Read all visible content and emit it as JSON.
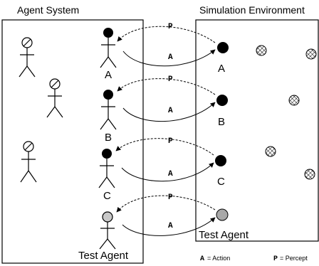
{
  "titles": {
    "agent_system": "Agent System",
    "simulation_environment": "Simulation Environment"
  },
  "agents": [
    {
      "label": "A",
      "perception": "P",
      "action": "A",
      "env_label": "A"
    },
    {
      "label": "B",
      "perception": "P",
      "action": "A",
      "env_label": "B"
    },
    {
      "label": "C",
      "perception": "P",
      "action": "A",
      "env_label": "C"
    },
    {
      "label": "Test Agent",
      "perception": "P",
      "action": "A",
      "env_label": "Test Agent"
    }
  ],
  "legend": {
    "action_key": "A",
    "action_text": "= Action",
    "percept_key": "P",
    "percept_text": "= Percept"
  }
}
